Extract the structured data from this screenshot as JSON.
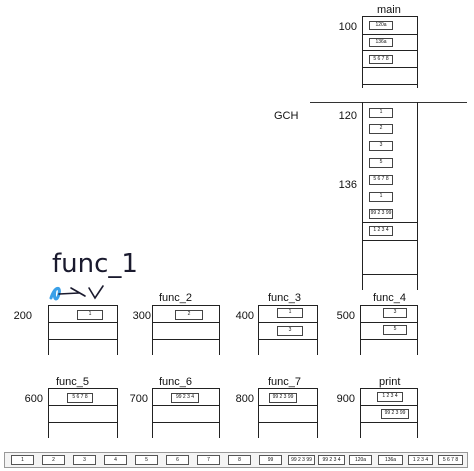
{
  "main": {
    "title": "main",
    "address": "100",
    "values": [
      "120a",
      "136a",
      "5 6 7 8"
    ]
  },
  "gch": {
    "label": "GCH",
    "address_a": "120",
    "address_b": "136",
    "values": [
      "1",
      "2",
      "3",
      "5",
      "5 6 7 8",
      "1",
      "99 2 3 99",
      "1 2 3 4"
    ]
  },
  "handwriting": {
    "text": "func_1"
  },
  "frames": [
    {
      "title": "",
      "address": "200",
      "values": [
        "1"
      ]
    },
    {
      "title": "func_2",
      "address": "300",
      "values": [
        "2"
      ]
    },
    {
      "title": "func_3",
      "address": "400",
      "values": [
        "1",
        "3"
      ]
    },
    {
      "title": "func_4",
      "address": "500",
      "values": [
        "3",
        "5"
      ]
    },
    {
      "title": "func_5",
      "address": "600",
      "values": [
        "5 6 7 8"
      ]
    },
    {
      "title": "func_6",
      "address": "700",
      "values": [
        "99 2 3 4"
      ]
    },
    {
      "title": "func_7",
      "address": "800",
      "values": [
        "99 2 3 99"
      ]
    },
    {
      "title": "print",
      "address": "900",
      "values": [
        "1 2 3 4",
        "99 2 3 99"
      ]
    }
  ],
  "tray": {
    "chips": [
      "1",
      "2",
      "3",
      "4",
      "5",
      "6",
      "7",
      "8",
      "99",
      "99 2 3 99",
      "99 2 3 4",
      "120a",
      "136a",
      "1 2 3 4",
      "5 6 7 8"
    ]
  }
}
